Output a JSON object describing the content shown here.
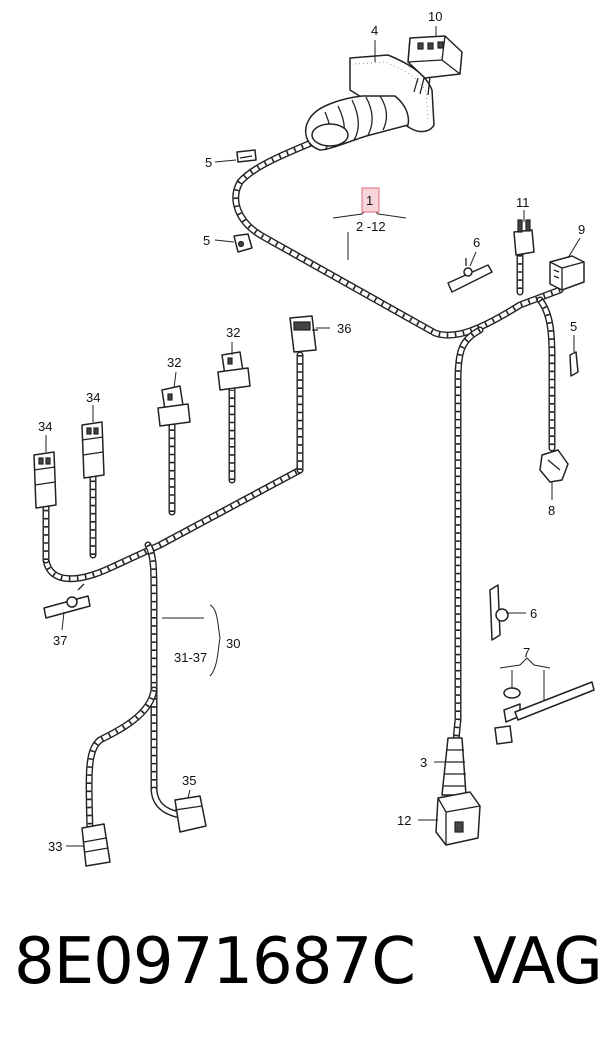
{
  "callouts": {
    "c1": "1",
    "c2_12": "2 -12",
    "c3": "3",
    "c4": "4",
    "c5a": "5",
    "c5b": "5",
    "c5c": "5",
    "c6a": "6",
    "c6b": "6",
    "c7": "7",
    "c8": "8",
    "c9": "9",
    "c10": "10",
    "c11": "11",
    "c12": "12",
    "c30": "30",
    "c31_37": "31-37",
    "c32a": "32",
    "c32b": "32",
    "c33": "33",
    "c34a": "34",
    "c34b": "34",
    "c35": "35",
    "c36": "36",
    "c37": "37"
  },
  "caption": {
    "part_number": "8E0971687C",
    "brand": "VAG"
  },
  "colors": {
    "line": "#222222",
    "highlight_fill": "#f7d5da",
    "highlight_stroke": "#e06a7a"
  }
}
